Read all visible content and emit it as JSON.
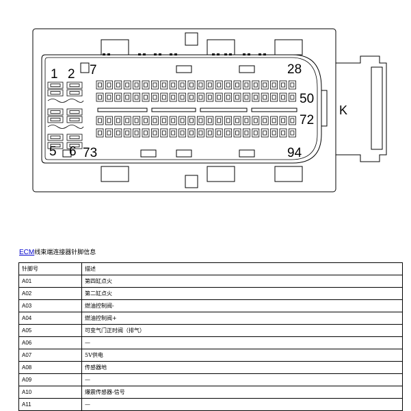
{
  "diagram": {
    "pin_labels": [
      "1",
      "2",
      "7",
      "28",
      "50",
      "72",
      "5",
      "6",
      "73",
      "94"
    ],
    "connector_id": "K"
  },
  "title": {
    "link": "ECM",
    "text": "线束端连接器针脚信息"
  },
  "table": {
    "headers": [
      "针脚号",
      "描述"
    ],
    "rows": [
      [
        "A01",
        "第四缸点火"
      ],
      [
        "A02",
        "第二缸点火"
      ],
      [
        "A03",
        "燃油控制阀-"
      ],
      [
        "A04",
        "燃油控制阀+"
      ],
      [
        "A05",
        "可变气门正时阀（排气）"
      ],
      [
        "A06",
        "—"
      ],
      [
        "A07",
        "5V供电"
      ],
      [
        "A08",
        "传感器地"
      ],
      [
        "A09",
        "—"
      ],
      [
        "A10",
        "爆震传感器-信号"
      ],
      [
        "A11",
        "—"
      ]
    ]
  }
}
